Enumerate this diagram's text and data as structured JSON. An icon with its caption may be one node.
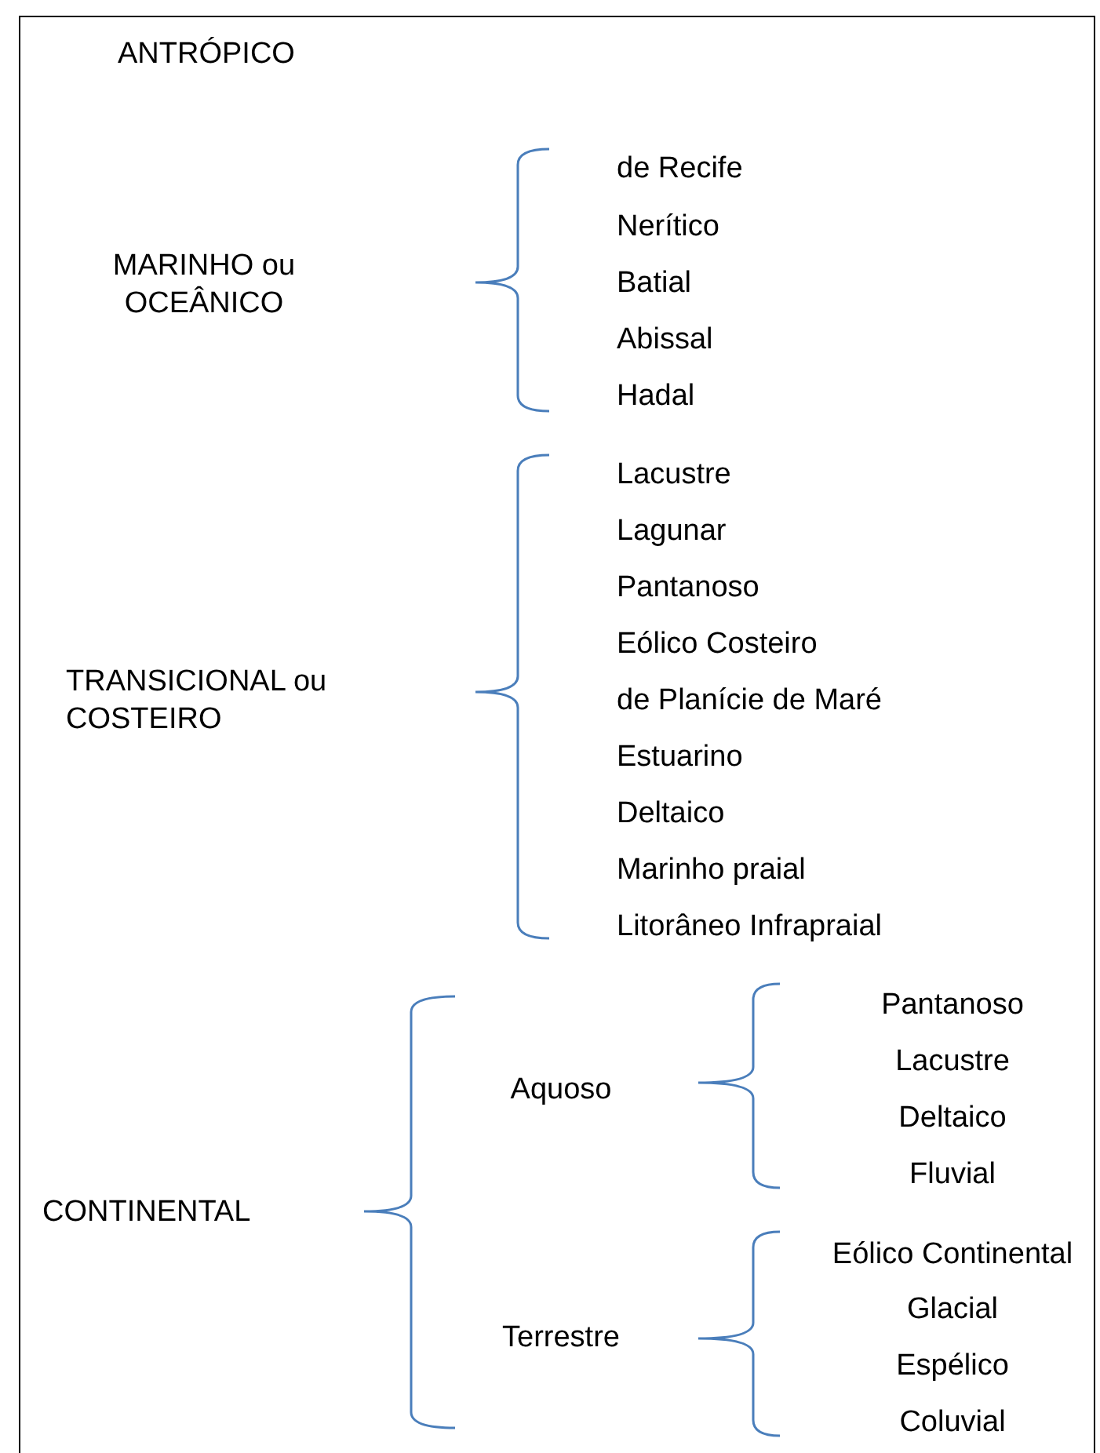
{
  "diagram": {
    "labels": [
      "ANTRÓPICO",
      "MARINHO ou OCEÂNICO",
      "de Recife",
      "Nerítico",
      "Batial",
      "Abissal",
      "Hadal",
      "TRANSICIONAL ou COSTEIRO",
      "Lacustre",
      "Lagunar",
      "Pantanoso",
      "Eólico Costeiro",
      "de Planície de Maré",
      "Estuarino",
      "Deltaico",
      "Marinho praial",
      "Litorâneo Infrapraial",
      "CONTINENTAL",
      "Aquoso",
      "Pantanoso",
      "Lacustre",
      "Deltaico",
      "Fluvial",
      "Terrestre",
      "Eólico Continental",
      "Glacial",
      "Espélico",
      "Coluvial"
    ]
  }
}
